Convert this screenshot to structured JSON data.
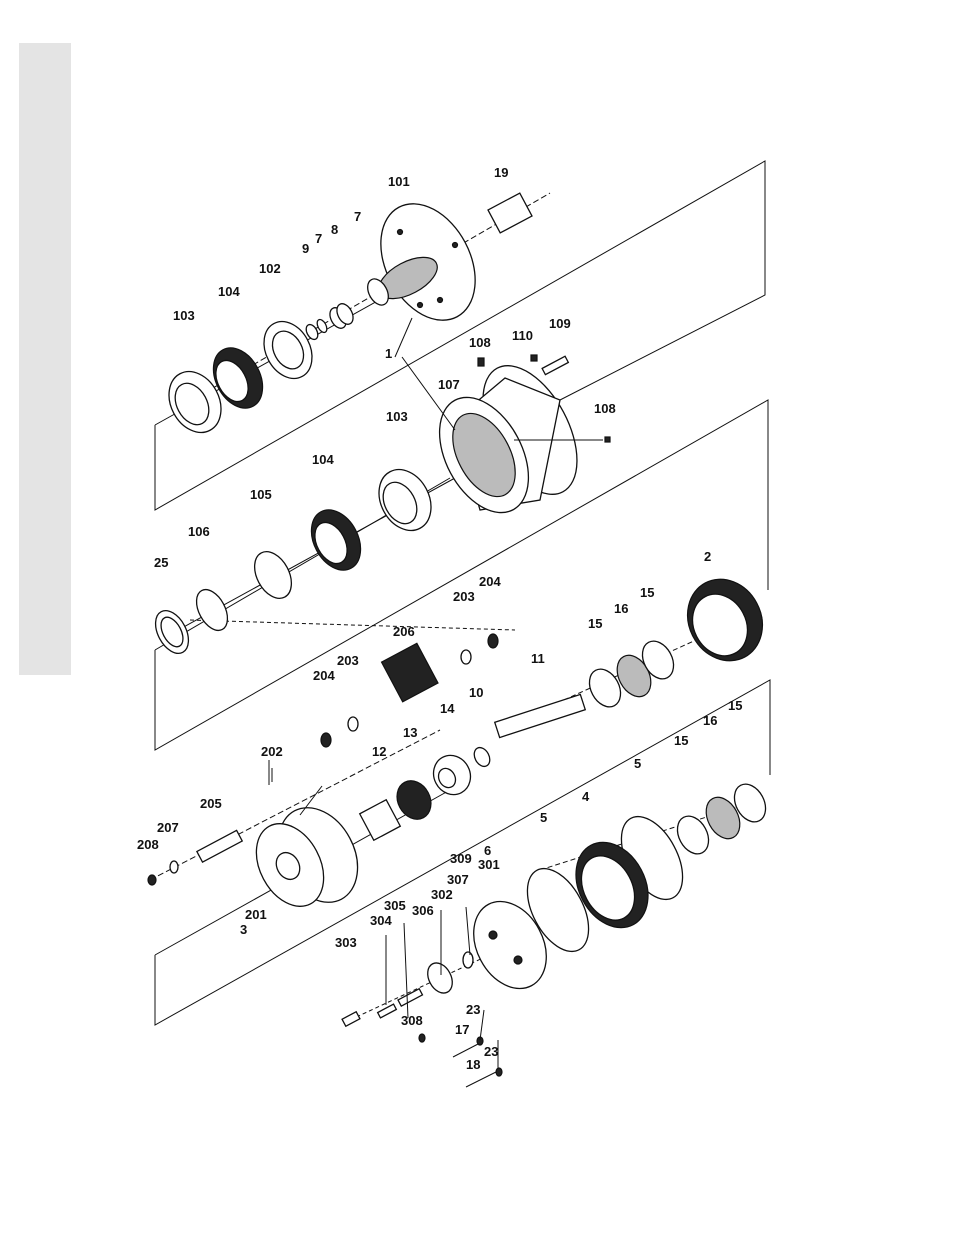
{
  "callouts": [
    {
      "key": "c101",
      "text": "101"
    },
    {
      "key": "c19",
      "text": "19"
    },
    {
      "key": "c9",
      "text": "9"
    },
    {
      "key": "c7a",
      "text": "7"
    },
    {
      "key": "c8",
      "text": "8"
    },
    {
      "key": "c7b",
      "text": "7"
    },
    {
      "key": "c102",
      "text": "102"
    },
    {
      "key": "c104a",
      "text": "104"
    },
    {
      "key": "c103a",
      "text": "103"
    },
    {
      "key": "c1",
      "text": "1"
    },
    {
      "key": "c108a",
      "text": "108"
    },
    {
      "key": "c110",
      "text": "110"
    },
    {
      "key": "c109",
      "text": "109"
    },
    {
      "key": "c107",
      "text": "107"
    },
    {
      "key": "c108b",
      "text": "108"
    },
    {
      "key": "c103b",
      "text": "103"
    },
    {
      "key": "c104b",
      "text": "104"
    },
    {
      "key": "c105",
      "text": "105"
    },
    {
      "key": "c106",
      "text": "106"
    },
    {
      "key": "c25",
      "text": "25"
    },
    {
      "key": "c2",
      "text": "2"
    },
    {
      "key": "c204a",
      "text": "204"
    },
    {
      "key": "c203a",
      "text": "203"
    },
    {
      "key": "c15a",
      "text": "15"
    },
    {
      "key": "c16a",
      "text": "16"
    },
    {
      "key": "c15b",
      "text": "15"
    },
    {
      "key": "c206",
      "text": "206"
    },
    {
      "key": "c11",
      "text": "11"
    },
    {
      "key": "c203b",
      "text": "203"
    },
    {
      "key": "c204b",
      "text": "204"
    },
    {
      "key": "c14",
      "text": "14"
    },
    {
      "key": "c10",
      "text": "10"
    },
    {
      "key": "c13",
      "text": "13"
    },
    {
      "key": "c12",
      "text": "12"
    },
    {
      "key": "c202",
      "text": "202"
    },
    {
      "key": "c205",
      "text": "205"
    },
    {
      "key": "c207",
      "text": "207"
    },
    {
      "key": "c208",
      "text": "208"
    },
    {
      "key": "c201",
      "text": "201"
    },
    {
      "key": "c3",
      "text": "3"
    },
    {
      "key": "c16b",
      "text": "16"
    },
    {
      "key": "c15c",
      "text": "15"
    },
    {
      "key": "c15d",
      "text": "15"
    },
    {
      "key": "c5a",
      "text": "5"
    },
    {
      "key": "c5b",
      "text": "5"
    },
    {
      "key": "c4",
      "text": "4"
    },
    {
      "key": "c6",
      "text": "6"
    },
    {
      "key": "c309",
      "text": "309"
    },
    {
      "key": "c301",
      "text": "301"
    },
    {
      "key": "c307",
      "text": "307"
    },
    {
      "key": "c302",
      "text": "302"
    },
    {
      "key": "c305",
      "text": "305"
    },
    {
      "key": "c306",
      "text": "306"
    },
    {
      "key": "c304",
      "text": "304"
    },
    {
      "key": "c303",
      "text": "303"
    },
    {
      "key": "c308",
      "text": "308"
    },
    {
      "key": "c23a",
      "text": "23"
    },
    {
      "key": "c17",
      "text": "17"
    },
    {
      "key": "c23b",
      "text": "23"
    },
    {
      "key": "c18",
      "text": "18"
    }
  ]
}
